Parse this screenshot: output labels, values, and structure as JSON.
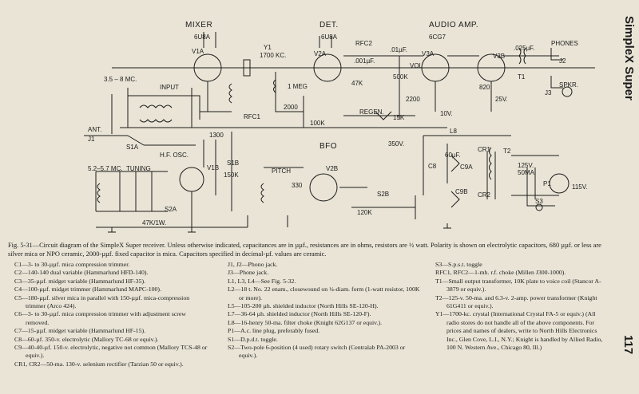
{
  "side_title": "SimpleX Super",
  "page_number": "117",
  "schematic": {
    "sections": {
      "mixer": "MIXER",
      "det": "DET.",
      "audio": "AUDIO AMP.",
      "bfo": "BFO"
    },
    "labels": {
      "tube_mixer": "6U8A",
      "tube_det": "6U8A",
      "tube_audio": "6CG7",
      "v1a": "V1A",
      "v2a": "V2A",
      "v3a": "V3A",
      "v3b": "V3B",
      "v1b": "V1B",
      "v2b": "V2B",
      "ant": "ANT.",
      "j1": "J1",
      "s1a": "S1A",
      "s1b": "S1B",
      "s2a": "S2A",
      "s2b": "S2B",
      "s3": "S3",
      "input": "INPUT",
      "mc_3_5_8": "3.5 – 8 MC.",
      "mc_5_2_5_7": "5.2–5.7 MC.",
      "tuning": "TUNING",
      "hfosc": "H.F. OSC.",
      "pitch": "PITCH",
      "regen": "REGEN.",
      "vol": "VOL",
      "phones": "PHONES",
      "j2": "J2",
      "spkr": "SPKR.",
      "j3": "J3",
      "l8": "L8",
      "t1": "T1",
      "t2": "T2",
      "y1": "Y1",
      "kc1700": "1700 KC.",
      "rfc1": "RFC1",
      "rfc2": "RFC2",
      "cr1": "CR1",
      "cr2": "CR2",
      "c9a": "C9A",
      "c9b": "C9B",
      "c8": "C8",
      "p1": "P1",
      "v115": "115V.",
      "r47k1w": "47K/1W.",
      "r47k": "47K",
      "r100k": "100K",
      "r150k": "150K",
      "r500k": "500K",
      "r15k": "15K",
      "r120k": "120K",
      "c350v": "350V.",
      "c10v": "10V.",
      "c25v": "25V.",
      "t125v": "125V.",
      "t50ma": "50MA.",
      "meg1": "1 MEG",
      "c2000": "2000",
      "c2200": "2200",
      "c1300": "1300",
      "c330": "330",
      "c820": "820",
      "cap_001": ".001µF.",
      "cap_01": ".01µF.",
      "cap_025": ".025µF.",
      "cap_60": "60µF."
    }
  },
  "caption": "Fig. 5-31—Circuit diagram of the SimpleX Super receiver. Unless otherwise indicated, capacitances are in µµf., resistances are in ohms, resistors are ½ watt. Polarity is shown on electrolytic capacitors, 680 µµf. or less are silver mica or NPO ceramic, 2000-µµf. fixed capacitor is mica. Capacitors specified in decimal-µf. values are ceramic.",
  "parts_list": {
    "col1": [
      "C1—3- to 30-µµf. mica compression trimmer.",
      "C2—140-140 dual variable (Hammarlund HFD-140).",
      "C3—35-µµf. midget variable (Hammarlund HF-35).",
      "C4—100-µµf. midget trimmer (Hammarlund MAPC-100).",
      "C5—180-µµf. silver mica in parallel with 150-µµf. mica-compression trimmer (Arco 424).",
      "C6—3- to 30-µµf. mica compression trimmer with adjustment screw removed.",
      "C7—15-µµf. midget variable (Hammarlund HF-15).",
      "C8—60-µf. 350-v. electrolytic (Mallory TC-68 or equiv.).",
      "C9—40-40-µf. 150-v. electrolytic, negative not common (Mallory TCS-48 or equiv.).",
      "CR1, CR2—50-ma. 130-v. selenium rectifier (Tarzian 50 or equiv.)."
    ],
    "col2": [
      "J1, J2—Phono jack.",
      "J3—Phone jack.",
      "L1, L3, L4—See Fig. 5-32.",
      "L2—18 t. No. 22 enam., closewound on ¼-diam. form (1-watt resistor, 100K or more).",
      "L5—105-200 µh. shielded inductor (North Hills SE-120-H).",
      "L7—36-64 µh. shielded inductor (North Hills SE-120-F).",
      "L8—16-henry 50-ma. filter choke (Knight 62G137 or equiv.).",
      "P1—A.c. line plug, preferably fused.",
      "S1—D.p.d.t. toggle.",
      "S2—Two-pole 6-position (4 used) rotary switch (Centralab PA-2003 or equiv.)."
    ],
    "col3": [
      "S3—S.p.s.t. toggle",
      "RFC1, RFC2—1-mh. r.f. choke (Millen J300-1000).",
      "T1—Small output transformer, 10K plate to voice coil (Stancor A-3879 or equiv.).",
      "T2—125-v. 50-ma. and 6.3-v. 2-amp. power transformer (Knight 61G411 or equiv.).",
      "Y1—1700-kc. crystal (International Crystal FA-5 or equiv.) (All radio stores do not handle all of the above components. For prices and names of dealers, write to North Hills Electronics Inc., Glen Cove, L.I., N.Y.; Knight is handled by Allied Radio, 100 N. Western Ave., Chicago 80, Ill.)"
    ]
  }
}
